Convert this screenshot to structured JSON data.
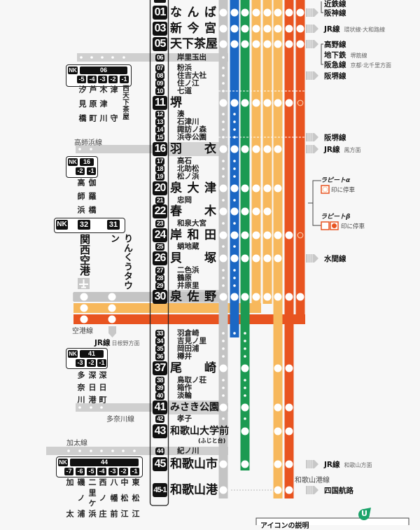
{
  "line_prefix": "NK",
  "colors": {
    "gray": "#c4c4c4",
    "blue": "#1b67c4",
    "green": "#1c9a52",
    "light_orange": "#f7b85c",
    "orange": "#e85420",
    "text": "#111111"
  },
  "stations": [
    {
      "code": "01",
      "name": "なんば",
      "major": true
    },
    {
      "code": "03",
      "name": "新今宮",
      "major": true
    },
    {
      "code": "05",
      "name": "天下茶屋",
      "major": true
    },
    {
      "code": "06",
      "name": "岸里玉出",
      "major": false
    },
    {
      "code": "07",
      "name": "粉浜",
      "major": false
    },
    {
      "code": "08",
      "name": "住吉大社",
      "major": false
    },
    {
      "code": "09",
      "name": "住ノ江",
      "major": false
    },
    {
      "code": "10",
      "name": "七道",
      "major": false
    },
    {
      "code": "11",
      "name": "堺",
      "major": true,
      "short": true
    },
    {
      "code": "12",
      "name": "湊",
      "major": false
    },
    {
      "code": "13",
      "name": "石津川",
      "major": false
    },
    {
      "code": "14",
      "name": "諏訪ノ森",
      "major": false
    },
    {
      "code": "15",
      "name": "浜寺公園",
      "major": false
    },
    {
      "code": "16",
      "name": "羽衣",
      "major": true
    },
    {
      "code": "17",
      "name": "高石",
      "major": false
    },
    {
      "code": "18",
      "name": "北助松",
      "major": false
    },
    {
      "code": "19",
      "name": "松ノ浜",
      "major": false
    },
    {
      "code": "20",
      "name": "泉大津",
      "major": true
    },
    {
      "code": "21",
      "name": "忠岡",
      "major": false
    },
    {
      "code": "22",
      "name": "春木",
      "major": true
    },
    {
      "code": "23",
      "name": "和泉大宮",
      "major": false
    },
    {
      "code": "24",
      "name": "岸和田",
      "major": true
    },
    {
      "code": "25",
      "name": "蛸地蔵",
      "major": false
    },
    {
      "code": "26",
      "name": "貝塚",
      "major": true
    },
    {
      "code": "27",
      "name": "二色浜",
      "major": false
    },
    {
      "code": "28",
      "name": "鶴原",
      "major": false
    },
    {
      "code": "29",
      "name": "井原里",
      "major": false
    },
    {
      "code": "30",
      "name": "泉佐野",
      "major": true
    },
    {
      "code": "33",
      "name": "羽倉崎",
      "major": false
    },
    {
      "code": "34",
      "name": "吉見ノ里",
      "major": false
    },
    {
      "code": "35",
      "name": "岡田浦",
      "major": false
    },
    {
      "code": "36",
      "name": "樽井",
      "major": false
    },
    {
      "code": "37",
      "name": "尾崎",
      "major": true
    },
    {
      "code": "38",
      "name": "鳥取ノ荘",
      "major": false
    },
    {
      "code": "39",
      "name": "箱作",
      "major": false
    },
    {
      "code": "40",
      "name": "淡輪",
      "major": false
    },
    {
      "code": "41",
      "name": "みさき公園",
      "major": true,
      "short": true
    },
    {
      "code": "42",
      "name": "孝子",
      "major": false
    },
    {
      "code": "43",
      "name": "和歌山大学前",
      "major": true,
      "short": true,
      "sub": "(ふじと台)"
    },
    {
      "code": "44",
      "name": "紀ノ川",
      "major": false
    },
    {
      "code": "45",
      "name": "和歌山市",
      "major": true
    },
    {
      "code": "45-1",
      "name": "和歌山港",
      "major": true
    }
  ],
  "lines": [
    {
      "id": "gray",
      "color": "#c4c4c4",
      "big": [
        "01",
        "03",
        "05",
        "11",
        "16",
        "20",
        "22",
        "24",
        "26",
        "30",
        "37",
        "41",
        "43",
        "45",
        "45-1"
      ],
      "small": [
        "06",
        "07",
        "08",
        "09",
        "10",
        "12",
        "13",
        "14",
        "15",
        "17",
        "18",
        "19",
        "21",
        "23",
        "25",
        "27",
        "28",
        "29",
        "33",
        "34",
        "35",
        "36",
        "38",
        "39",
        "40",
        "42"
      ]
    },
    {
      "id": "blue",
      "color": "#1b67c4",
      "big": [
        "01",
        "03",
        "05",
        "11",
        "16",
        "20",
        "22",
        "24",
        "26",
        "30"
      ],
      "small": [
        "12",
        "13",
        "14",
        "15",
        "17",
        "18",
        "19",
        "21",
        "23",
        "25",
        "27",
        "28",
        "29",
        "33"
      ]
    },
    {
      "id": "green",
      "color": "#1c9a52",
      "big": [
        "01",
        "03",
        "05",
        "11",
        "16",
        "20",
        "22",
        "24",
        "26",
        "30",
        "37",
        "41",
        "43",
        "45"
      ],
      "small": [
        "33",
        "34",
        "35",
        "36",
        "38",
        "39",
        "40",
        "42"
      ]
    },
    {
      "id": "light-orange-1",
      "color": "#f7b85c",
      "big": [
        "01",
        "03",
        "05",
        "11",
        "16",
        "20",
        "22",
        "24",
        "26",
        "30"
      ]
    },
    {
      "id": "light-orange-2",
      "color": "#f7b85c",
      "big": [
        "01",
        "03",
        "05",
        "11",
        "16",
        "20",
        "22",
        "24",
        "26",
        "30"
      ]
    },
    {
      "id": "light-orange-3",
      "color": "#f7b85c",
      "big": [
        "01",
        "03",
        "05",
        "11",
        "16",
        "20",
        "24",
        "26",
        "30",
        "37",
        "41",
        "43",
        "45",
        "45-1"
      ]
    },
    {
      "id": "orange-1",
      "color": "#e85420",
      "big": [
        "01",
        "03",
        "05",
        "11",
        "24",
        "30",
        "37",
        "41",
        "43",
        "45",
        "45-1"
      ]
    },
    {
      "id": "orange-2",
      "color": "#e85420",
      "big": [
        "01",
        "03",
        "05",
        "30"
      ],
      "ring": [
        "11",
        "24"
      ]
    }
  ],
  "transfers": [
    {
      "label": "近鉄線",
      "sub": ""
    },
    {
      "label": "阪神線",
      "sub": ""
    },
    {
      "label": "JR線",
      "sub": "環状線·大和路線"
    },
    {
      "label": "高野線",
      "sub": ""
    },
    {
      "label": "地下鉄",
      "sub": "堺筋線"
    },
    {
      "label": "阪急線",
      "sub": "京都·北千里方面"
    },
    {
      "label": "阪堺線",
      "sub": ""
    },
    {
      "label": "阪堺線",
      "sub": ""
    },
    {
      "label": "JR線",
      "sub": "鳳方面"
    },
    {
      "label": "水間線",
      "sub": ""
    },
    {
      "label": "JR線",
      "sub": "和歌山方面"
    },
    {
      "label": "四国航路",
      "sub": ""
    }
  ],
  "wakayamako_line_label": "和歌山港線",
  "rapit": {
    "alpha_title": "ラピートα",
    "alpha_note": "印に停車",
    "beta_title": "ラピートβ",
    "beta_note": "印に停車"
  },
  "branches": {
    "shiomibashi": {
      "parent": "06",
      "subs": [
        "-5",
        "-4",
        "-3",
        "-2",
        "-1"
      ],
      "stations": [
        "汐見橋",
        "芦原町",
        "木津川",
        "津守",
        "西天下茶屋"
      ]
    },
    "takashinohama": {
      "label": "高師浜線",
      "parent": "16",
      "subs": [
        "-2",
        "-1"
      ],
      "stations": [
        "高師浜",
        "伽羅橋"
      ]
    },
    "airport": {
      "label": "空港線",
      "codes": [
        "32",
        "31"
      ],
      "stations": [
        "関西空港",
        "りんくうタウン"
      ],
      "jr_label": "JR線",
      "jr_sub": "日根野方面"
    },
    "tanagawa": {
      "label": "多奈川線",
      "parent": "41",
      "subs": [
        "-3",
        "-2",
        "-1"
      ],
      "stations": [
        "多奈川",
        "深日港",
        "深日町"
      ]
    },
    "kada": {
      "label": "加太線",
      "parent": "44",
      "subs": [
        "-7",
        "-6",
        "-5",
        "-4",
        "-3",
        "-2",
        "-1"
      ],
      "stations": [
        "加太",
        "磯ノ浦",
        "二里ケ浜",
        "西ノ庄",
        "八幡前",
        "中松江",
        "東松江"
      ]
    }
  },
  "legend_title": "アイコンの説明",
  "logo_letter": "U"
}
